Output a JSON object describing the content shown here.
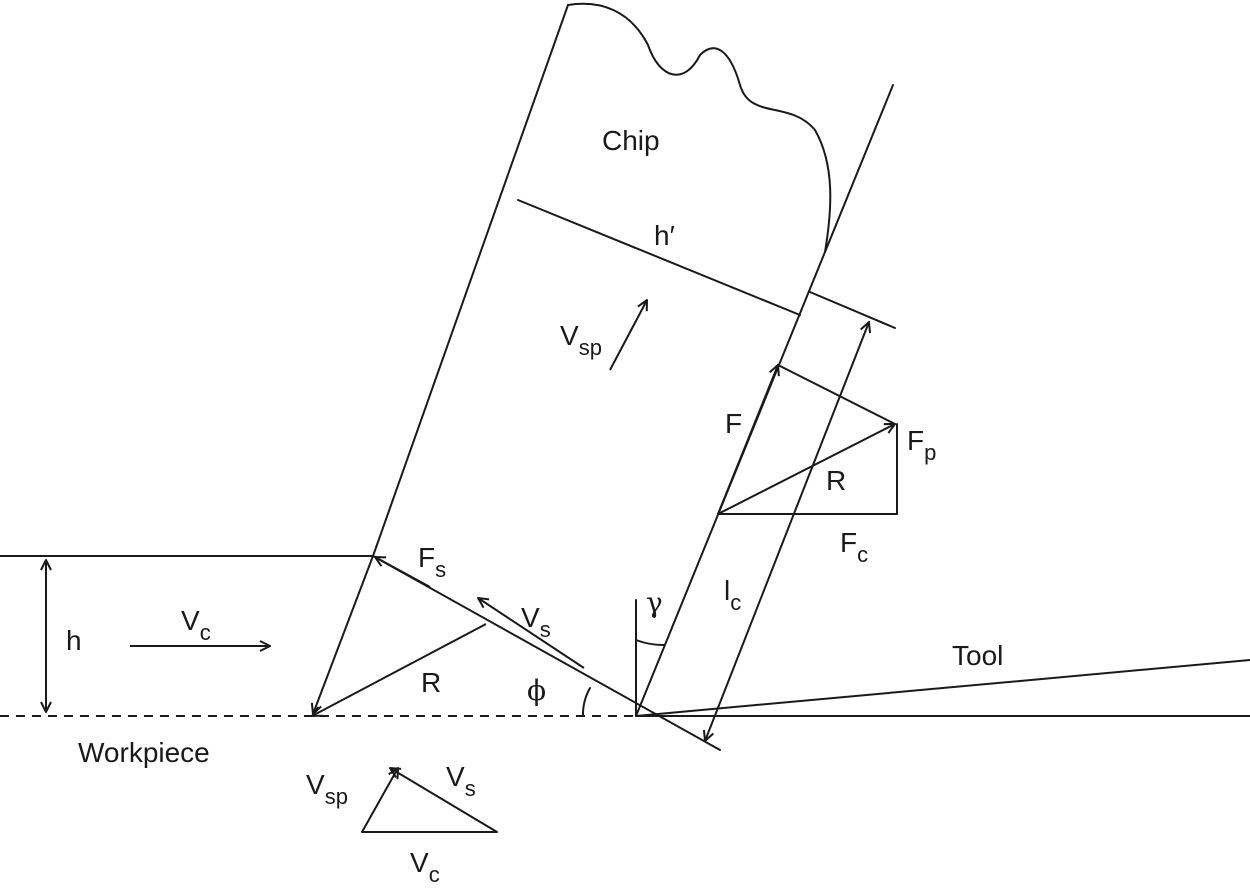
{
  "labels": {
    "chip": "Chip",
    "chip_thickness": "h′",
    "v_sp_main": "V",
    "v_sp_main_sub": "sp",
    "f_friction": "F",
    "f_p": "F",
    "f_p_sub": "p",
    "r_tool": "R",
    "f_c": "F",
    "f_c_sub": "c",
    "contact_length": "l",
    "contact_length_sub": "c",
    "f_s": "F",
    "f_s_sub": "s",
    "v_s_main": "V",
    "v_s_main_sub": "s",
    "gamma": "γ",
    "tool": "Tool",
    "h": "h",
    "v_c_main": "V",
    "v_c_main_sub": "c",
    "r_shear": "R",
    "phi": "ϕ",
    "workpiece": "Workpiece",
    "v_sp_tri": "V",
    "v_sp_tri_sub": "sp",
    "v_s_tri": "V",
    "v_s_tri_sub": "s",
    "v_c_tri": "V",
    "v_c_tri_sub": "c"
  }
}
